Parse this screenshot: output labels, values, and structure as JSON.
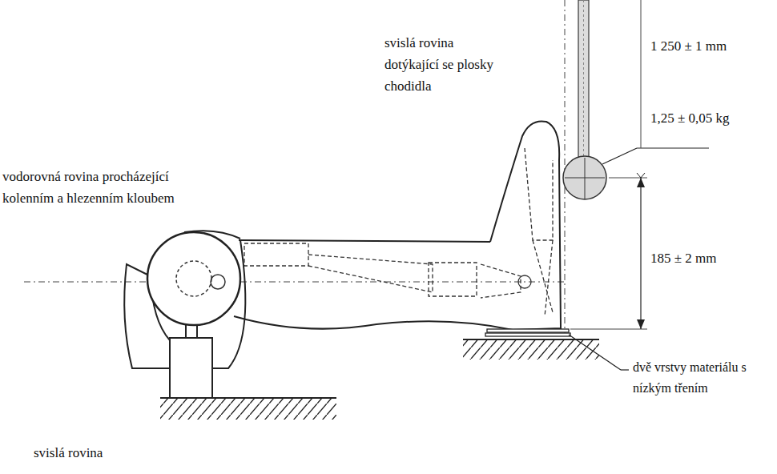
{
  "diagram": {
    "labels": [
      "svislá rovina dotýkající se plosky chodidla",
      "1 250 ± 1 mm",
      "1,25 ± 0,05 kg",
      "vodorovná rovina procházející kolenním a hlezenním kloubem",
      "185 ± 2 mm",
      "dvě vrstvy materiálu s nízkým třením",
      "svislá rovina"
    ]
  }
}
